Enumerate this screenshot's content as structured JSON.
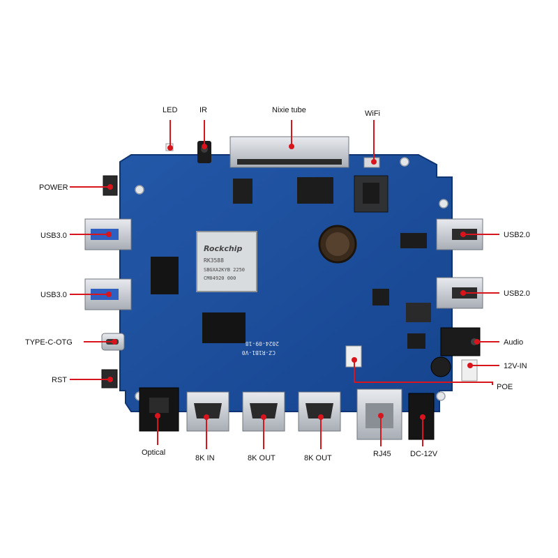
{
  "colors": {
    "accent": "#d8141c",
    "board": "#1d4f9c",
    "board_dark": "#143d80",
    "silver": "#cfd3d8"
  },
  "chip": {
    "brand": "Rockchip",
    "model": "RK3588",
    "line2": "SBGXA2KYB 2250",
    "line3": "CM04920 000"
  },
  "board_marks": {
    "model_code": "CZ-R1B1-V0",
    "date": "2024-09-18"
  },
  "labels": {
    "led": "LED",
    "ir": "IR",
    "nixie_tube": "Nixie tube",
    "wifi": "WiFi",
    "power": "POWER",
    "usb30_top": "USB3.0",
    "usb30_bottom": "USB3.0",
    "type_c_otg": "TYPE-C-OTG",
    "rst": "RST",
    "usb20_top": "USB2.0",
    "usb20_bottom": "USB2.0",
    "audio": "Audio",
    "in_12v": "12V-IN",
    "poe": "POE",
    "optical": "Optical",
    "hdmi_in": "8K IN",
    "hdmi_out_1": "8K OUT",
    "hdmi_out_2": "8K OUT",
    "rj45": "RJ45",
    "dc_12v": "DC-12V"
  }
}
